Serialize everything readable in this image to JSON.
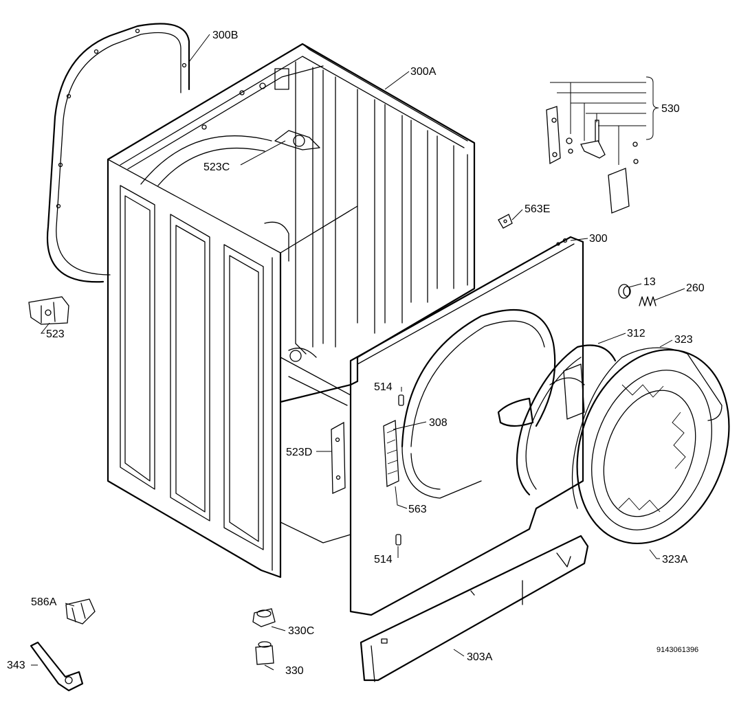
{
  "diagram": {
    "catalog_code": "9143061396",
    "parts": [
      {
        "id": "300b",
        "label": "300B"
      },
      {
        "id": "300a",
        "label": "300A"
      },
      {
        "id": "530",
        "label": "530"
      },
      {
        "id": "523c",
        "label": "523C"
      },
      {
        "id": "563e",
        "label": "563E"
      },
      {
        "id": "300",
        "label": "300"
      },
      {
        "id": "13",
        "label": "13"
      },
      {
        "id": "260",
        "label": "260"
      },
      {
        "id": "523",
        "label": "523"
      },
      {
        "id": "312",
        "label": "312"
      },
      {
        "id": "323",
        "label": "323"
      },
      {
        "id": "514a",
        "label": "514"
      },
      {
        "id": "308",
        "label": "308"
      },
      {
        "id": "523d",
        "label": "523D"
      },
      {
        "id": "563",
        "label": "563"
      },
      {
        "id": "323a",
        "label": "323A"
      },
      {
        "id": "514b",
        "label": "514"
      },
      {
        "id": "586a",
        "label": "586A"
      },
      {
        "id": "330c",
        "label": "330C"
      },
      {
        "id": "343",
        "label": "343"
      },
      {
        "id": "330",
        "label": "330"
      },
      {
        "id": "303a",
        "label": "303A"
      }
    ]
  }
}
